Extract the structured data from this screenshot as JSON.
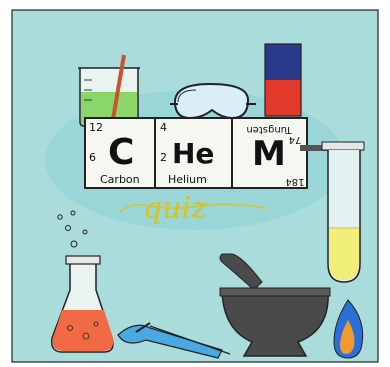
{
  "colors": {
    "background_blue": "#a9dcdb",
    "tile_white": "#f7f7f2",
    "flask_liquid": "#f06a45",
    "beaker_liquid": "#7fd35a",
    "test_tube_liquid": "#f1ee7a",
    "quiz_yellow": "#d9c21a",
    "flag_blue": "#2a3a8a",
    "flag_red": "#e2392b",
    "mortar_gray": "#4a4a4a",
    "flame_blue": "#2d6fd8",
    "flame_orange": "#f39a2a",
    "stem_blue": "#4aa8e0"
  },
  "tiles": [
    {
      "number": "12",
      "symbol": "C",
      "name": "Carbon",
      "side_number": "6"
    },
    {
      "number": "4",
      "symbol": "He",
      "name": "Helium",
      "side_number": "2"
    },
    {
      "number": "",
      "symbol": "M",
      "name": "Tungsten",
      "side_number": "74",
      "bottom_number": "184"
    }
  ],
  "quiz_word": "quiz",
  "icons": [
    "beaker-icon",
    "safety-goggles-icon",
    "flag-icon",
    "test-tube-icon",
    "erlenmeyer-flask-icon",
    "dropper-icon",
    "mortar-pestle-icon",
    "bunsen-flame-icon",
    "bubbles-icon"
  ]
}
